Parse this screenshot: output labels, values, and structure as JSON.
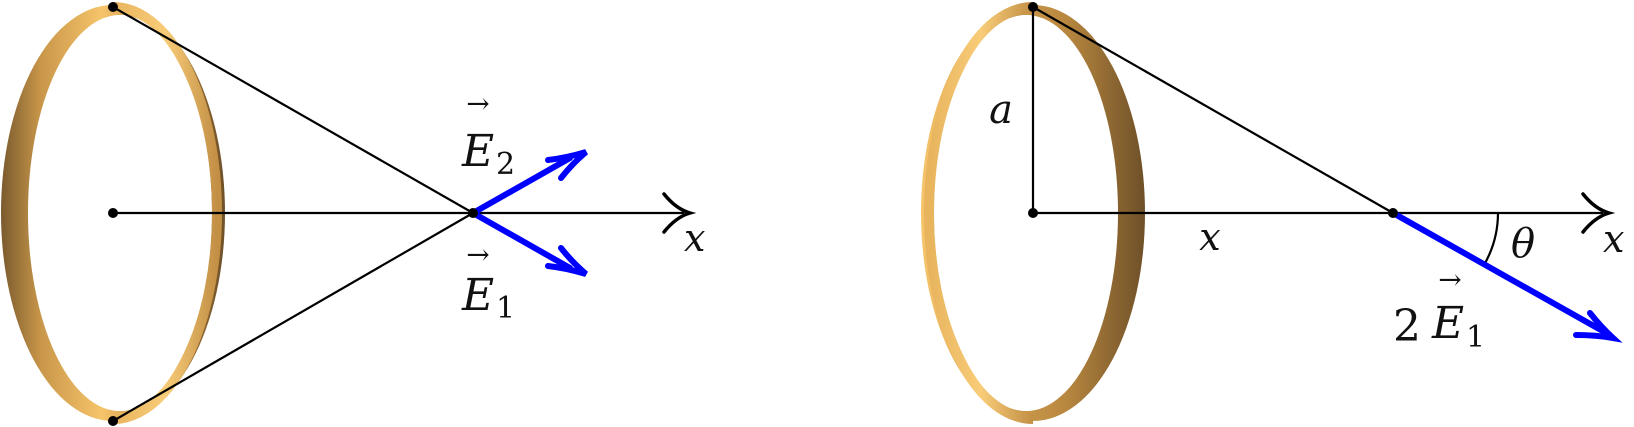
{
  "colors": {
    "ring_light": "#f6c46a",
    "ring_dark": "#7a5a2e",
    "line": "#000000",
    "field_vector": "#0000ff"
  },
  "left_panel": {
    "vector_top": {
      "letter": "E",
      "subscript": "2"
    },
    "vector_bottom": {
      "letter": "E",
      "subscript": "1"
    },
    "axis_label": "x"
  },
  "right_panel": {
    "radius_label": "a",
    "distance_label": "x",
    "angle_label": "θ",
    "axis_label": "x",
    "vector_label": {
      "coefficient": "2",
      "letter": "E",
      "subscript": "1"
    }
  }
}
